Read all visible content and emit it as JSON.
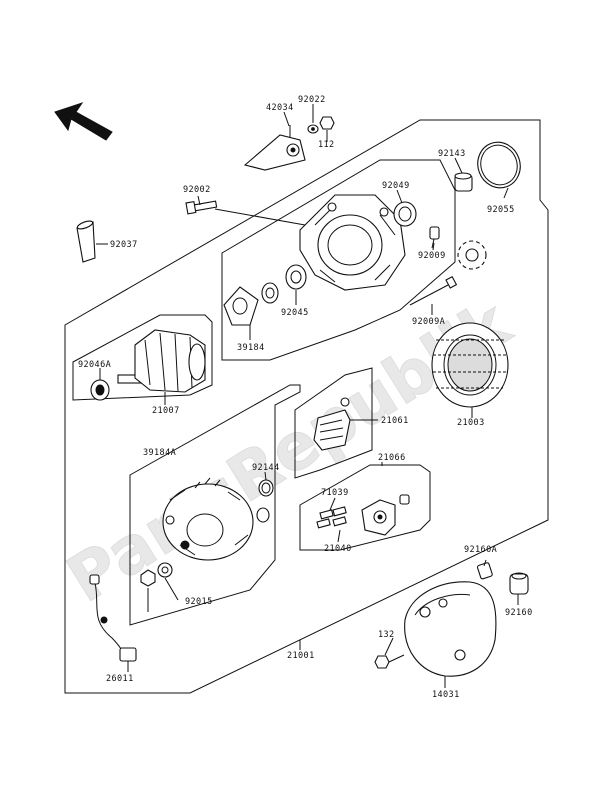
{
  "watermark": "PartsRepublik",
  "labels": {
    "p42034": "42034",
    "p92022": "92022",
    "p112": "112",
    "p92143": "92143",
    "p92055": "92055",
    "p92002": "92002",
    "p92049": "92049",
    "p92037": "92037",
    "p92009": "92009",
    "p92045": "92045",
    "p92009A": "92009A",
    "p39184": "39184",
    "p92046A": "92046A",
    "p21007": "21007",
    "p21003": "21003",
    "p21061": "21061",
    "p39184A": "39184A",
    "p92144": "92144",
    "p21066": "21066",
    "p71039": "71039",
    "p21040": "21040",
    "p92015": "92015",
    "p92160A": "92160A",
    "p92160": "92160",
    "p132": "132",
    "p21001": "21001",
    "p26011": "26011",
    "p14031": "14031"
  }
}
